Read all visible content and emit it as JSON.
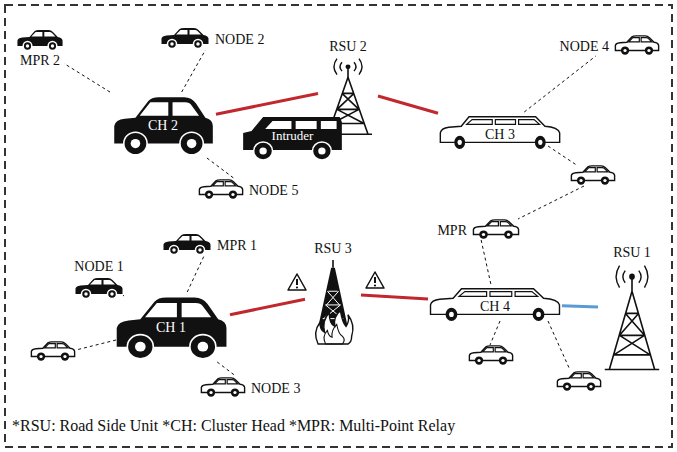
{
  "diagram": {
    "nodes": [
      {
        "text": [
          "MPR 2"
        ]
      },
      {
        "text": [
          "NODE 2"
        ]
      },
      {
        "text": [
          "RSU 2"
        ]
      },
      {
        "text": [
          "NODE 4"
        ]
      },
      {
        "text": [
          "CH 2"
        ]
      },
      {
        "text": [
          "Intruder"
        ]
      },
      {
        "text": [
          "CH 3"
        ]
      },
      {
        "text": [
          "NODE 5"
        ]
      },
      {
        "text": [
          "MPR 1"
        ]
      },
      {
        "text": [
          "MPR"
        ]
      },
      {
        "text": [
          "NODE 1"
        ]
      },
      {
        "text": [
          "RSU 3"
        ]
      },
      {
        "text": [
          "RSU 1"
        ]
      },
      {
        "text": [
          "CH 4"
        ]
      },
      {
        "text": [
          "CH 1"
        ]
      },
      {
        "text": [
          "NODE 3"
        ]
      }
    ],
    "edges": [
      {
        "from": 4,
        "to": 0,
        "arrow": "none"
      },
      {
        "from": 4,
        "to": 1,
        "arrow": "none"
      },
      {
        "from": 4,
        "to": 7,
        "arrow": "none"
      },
      {
        "from": 4,
        "to": 2,
        "arrow": "none"
      },
      {
        "from": 2,
        "to": 6,
        "arrow": "none"
      },
      {
        "from": 6,
        "to": 3,
        "arrow": "none"
      },
      {
        "from": 9,
        "to": 13,
        "arrow": "none"
      },
      {
        "from": 14,
        "to": 10,
        "arrow": "none"
      },
      {
        "from": 14,
        "to": 8,
        "arrow": "none"
      },
      {
        "from": 14,
        "to": 15,
        "arrow": "none"
      },
      {
        "from": 14,
        "to": 11,
        "arrow": "none"
      },
      {
        "from": 11,
        "to": 13,
        "arrow": "none"
      },
      {
        "from": 13,
        "to": 12,
        "arrow": "none"
      }
    ],
    "labels": [
      "*RSU: Road Side Unit *CH: Cluster Head *MPR: Multi-Point Relay"
    ]
  }
}
